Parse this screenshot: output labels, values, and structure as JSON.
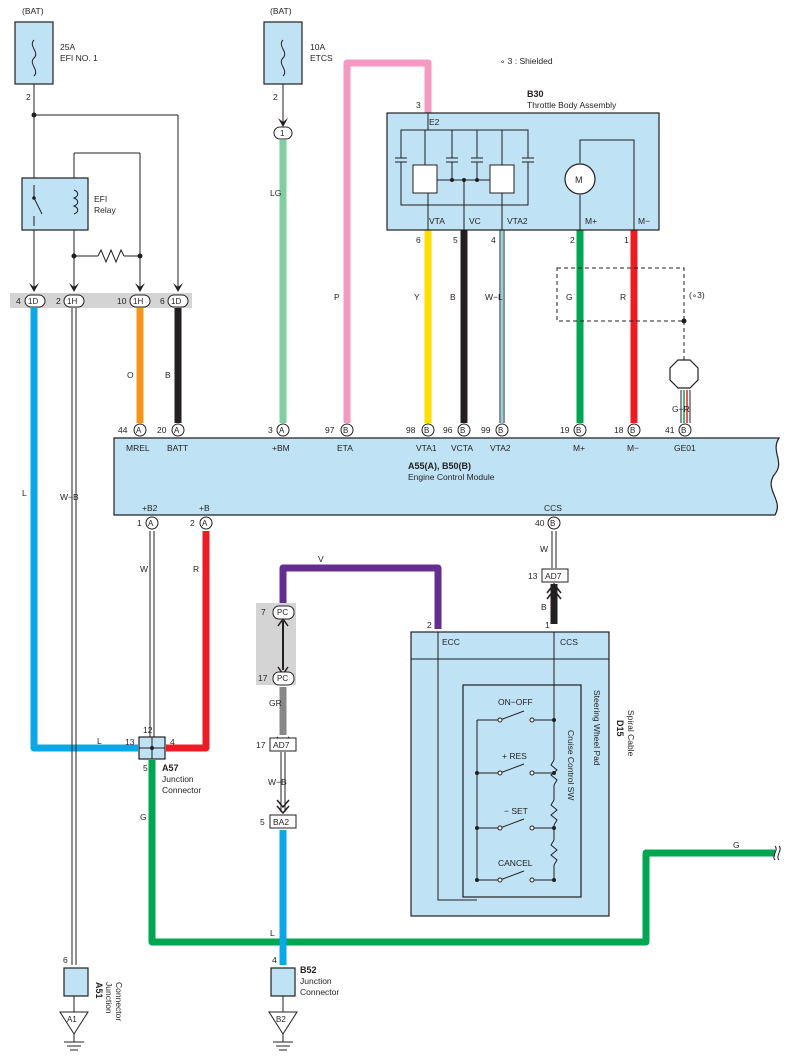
{
  "notes": {
    "shield_note": "∘ 3 : Shielded",
    "shield_ref": "(∘3)"
  },
  "fuses": [
    {
      "bat": "(BAT)",
      "rating": "25A",
      "name": "EFI NO. 1",
      "pin": "2"
    },
    {
      "bat": "(BAT)",
      "rating": "10A",
      "name": "ETCS",
      "pin": "2"
    }
  ],
  "relay": {
    "line1": "EFI",
    "line2": "Relay"
  },
  "junction_block": {
    "pins": [
      "4",
      "2",
      "10",
      "6"
    ],
    "labels": [
      "1D",
      "1H",
      "1H",
      "1D"
    ]
  },
  "inline_1": "1",
  "throttle": {
    "code": "B30",
    "name": "Throttle Body Assembly",
    "e2": "E2",
    "e2_pin": "3",
    "motor": "M",
    "terminals": [
      "VTA",
      "VC",
      "VTA2",
      "M+",
      "M−"
    ],
    "pins": [
      "6",
      "5",
      "4",
      "2",
      "1"
    ]
  },
  "ecm": {
    "code": "A55(A), B50(B)",
    "name": "Engine Control Module",
    "top_pins": [
      {
        "pin": "44",
        "conn": "A",
        "name": "MREL"
      },
      {
        "pin": "20",
        "conn": "A",
        "name": "BATT"
      },
      {
        "pin": "3",
        "conn": "A",
        "name": "+BM"
      },
      {
        "pin": "97",
        "conn": "B",
        "name": "ETA"
      },
      {
        "pin": "98",
        "conn": "B",
        "name": "VTA1"
      },
      {
        "pin": "96",
        "conn": "B",
        "name": "VCTA"
      },
      {
        "pin": "99",
        "conn": "B",
        "name": "VTA2"
      },
      {
        "pin": "19",
        "conn": "B",
        "name": "M+"
      },
      {
        "pin": "18",
        "conn": "B",
        "name": "M−"
      },
      {
        "pin": "41",
        "conn": "B",
        "name": "GE01"
      }
    ],
    "bottom_pins": [
      {
        "pin": "1",
        "conn": "A",
        "name": "+B2"
      },
      {
        "pin": "2",
        "conn": "A",
        "name": "+B"
      },
      {
        "pin": "40",
        "conn": "B",
        "name": "CCS"
      }
    ]
  },
  "wire_colors": {
    "O": "O",
    "B": "B",
    "LG": "LG",
    "P": "P",
    "Y": "Y",
    "B2": "B",
    "WL": "W−L",
    "G": "G",
    "R": "R",
    "GR_shield": "G−R",
    "L": "L",
    "WB": "W−B",
    "W": "W",
    "R2": "R",
    "V": "V",
    "W2": "W",
    "B3": "B",
    "GR": "GR",
    "WB2": "W−B",
    "G2": "G",
    "L2": "L",
    "G3": "G",
    "L3": "L"
  },
  "a57": {
    "code": "A57",
    "line1": "Junction",
    "line2": "Connector",
    "pin_top": "12",
    "pin_left": "13",
    "pin_right": "4",
    "pin_bottom": "5"
  },
  "pc": {
    "label": "PC",
    "pin_top": "7",
    "pin_bottom": "17"
  },
  "ad7": [
    {
      "pin": "13",
      "label": "AD7"
    },
    {
      "pin": "17",
      "label": "AD7"
    }
  ],
  "ba2": {
    "pin": "5",
    "label": "BA2"
  },
  "d15": {
    "code": "D15",
    "name": "Spiral Cable",
    "pad": "Steering Wheel Pad",
    "sw": "Cruise Control SW",
    "ecc": "ECC",
    "ecc_pin": "2",
    "ccs": "CCS",
    "ccs_pin": "1",
    "switches": [
      "ON−OFF",
      "+ RES",
      "− SET",
      "CANCEL"
    ]
  },
  "a51": {
    "code": "A51",
    "line1": "Junction",
    "line2": "Connector",
    "pin": "6",
    "ground": "A1"
  },
  "b52": {
    "code": "B52",
    "line1": "Junction",
    "line2": "Connector",
    "pin": "4",
    "ground": "B2"
  },
  "colors": {
    "blue": "#0aa8e8",
    "green": "#00a650",
    "red": "#ed1c24",
    "pink": "#f49ac2",
    "yellow": "#ffde00",
    "orange": "#f7941d",
    "lightgreen": "#7fcfa0",
    "purple": "#662d91",
    "box": "#bfe3f5",
    "grayband": "#d4d4d4"
  }
}
